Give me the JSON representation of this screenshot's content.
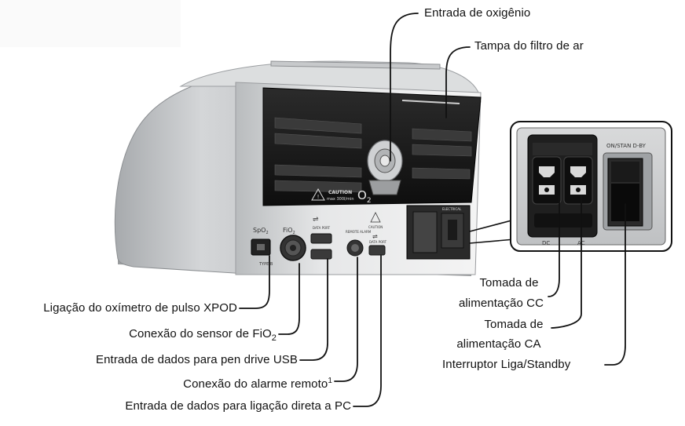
{
  "callouts": {
    "oxygen_inlet": "Entrada de oxigênio",
    "air_filter_cover": "Tampa do filtro de ar",
    "pulse_oximeter": "Ligação do oxímetro de pulso XPOD",
    "fio2_sensor_prefix": "Conexão do sensor de FiO",
    "fio2_sensor_sub": "2",
    "usb_data": "Entrada de dados para pen drive USB",
    "remote_alarm": "Conexão do alarme remoto",
    "remote_alarm_sup": "1",
    "pc_data": "Entrada de dados para ligação direta a PC",
    "dc_outlet_line1": "Tomada de",
    "dc_outlet_line2": "alimentação CC",
    "ac_outlet_line1": "Tomada de",
    "ac_outlet_line2": "alimentação CA",
    "power_switch": "Interruptor Liga/Standby"
  },
  "device": {
    "spo2_prefix": "SpO",
    "spo2_sub": "2",
    "fio2_prefix": "FiO",
    "fio2_sub": "2",
    "type_bf": "TYPE B",
    "caution_title": "CAUTION",
    "caution_sub": "max 300l/min",
    "o2_prefix": "O",
    "o2_sub": "2",
    "data_port_label": "DATA PORT",
    "remote_alarm_label": "REMOTE ALARM",
    "caution_small": "CAUTION",
    "data_port_label2": "DATA PORT",
    "power_panel_label": "ON/STAN D-BY",
    "dc_small": "DC",
    "ac_small": "AC",
    "electrical_label": "ELECTRICAL"
  }
}
